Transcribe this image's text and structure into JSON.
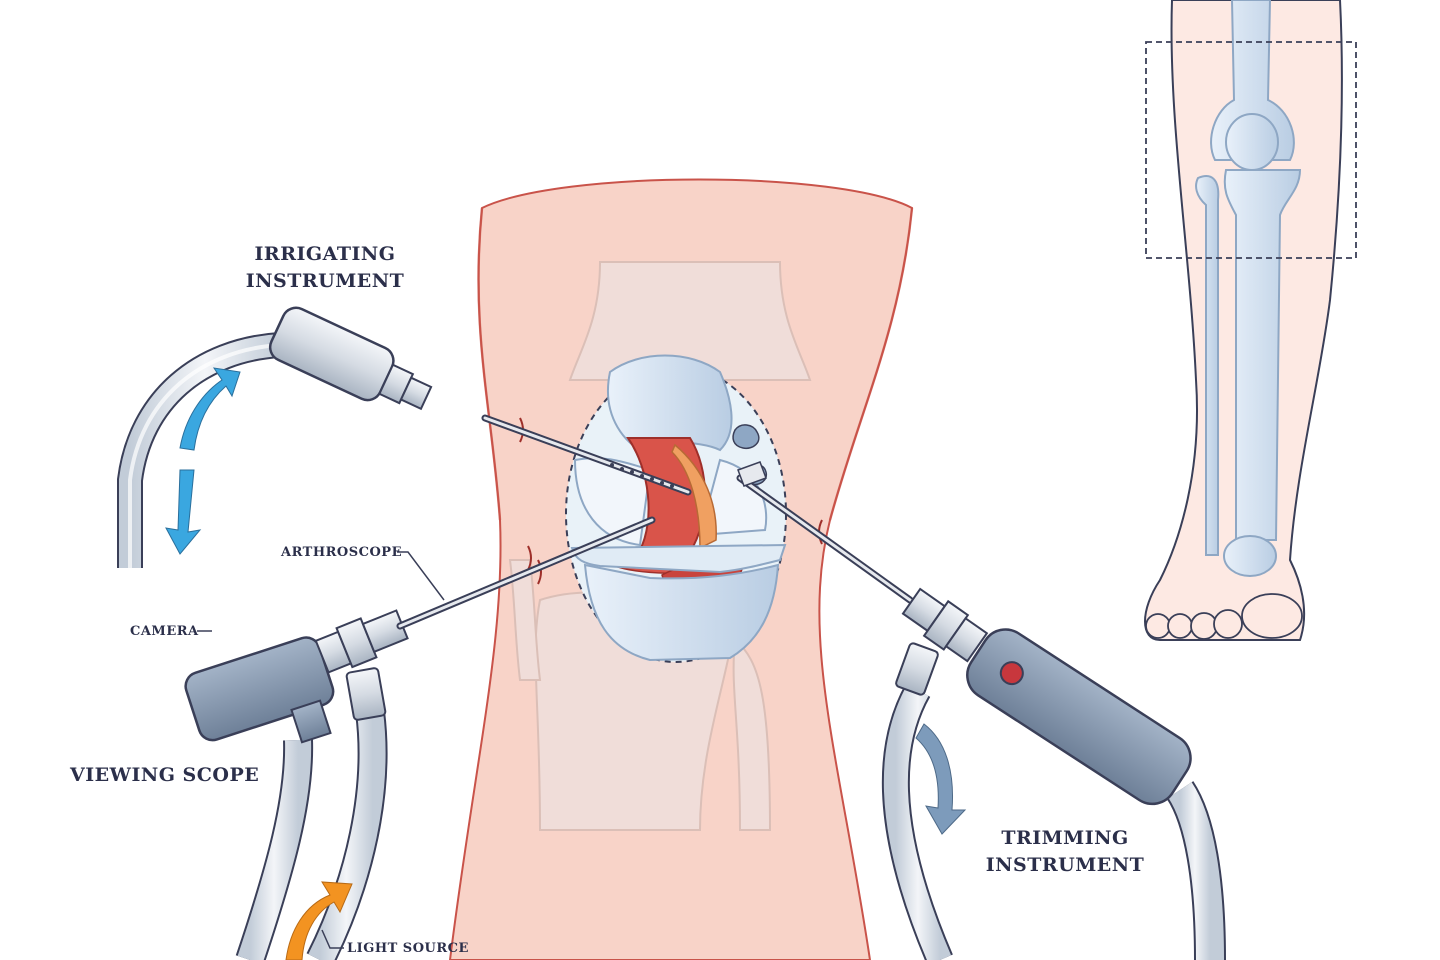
{
  "labels": {
    "irrigating": [
      "IRRIGATING",
      "INSTRUMENT"
    ],
    "arthroscope": "ARTHROSCOPE",
    "camera": "CAMERA",
    "viewing_scope": "VIEWING SCOPE",
    "trimming": [
      "TRIMMING",
      "INSTRUMENT"
    ],
    "light_source": "LIGHT SOURCE"
  },
  "colors": {
    "skin": "#f8d3c8",
    "skin_edge": "#c9534a",
    "bone": "#cfe0f0",
    "bone_edge": "#8ea7c4",
    "ligament": "#d9544a",
    "instrument_body": "#8194ab",
    "instrument_light": "#e6e9ee",
    "arrow_blue": "#3aa7e0",
    "arrow_steel": "#7d9bbb",
    "arrow_orange": "#f39321",
    "label_text": "#2b2f4a",
    "button_red": "#c8373d"
  },
  "icons": {
    "irrigating": "syringe-handle-icon",
    "camera": "camera-icon",
    "trimming": "shaver-handle-icon",
    "leg": "leg-skeleton-icon"
  }
}
